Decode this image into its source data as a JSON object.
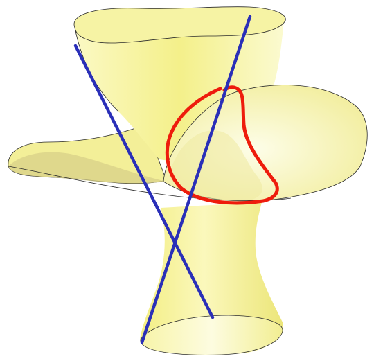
{
  "figure": {
    "description_type": "3D surface rendering",
    "colors": {
      "background": "#ffffff",
      "surface_fill": "#f7f59a",
      "surface_shade": "#e8e27a",
      "surface_light": "#fbfad0",
      "outline": "#2b2b2b",
      "line_color": "#2a2fb8",
      "curve_color": "#ee1c0c"
    },
    "lines": [
      {
        "name": "line-a"
      },
      {
        "name": "line-b"
      }
    ],
    "curves": [
      {
        "name": "closed-curve"
      }
    ]
  }
}
